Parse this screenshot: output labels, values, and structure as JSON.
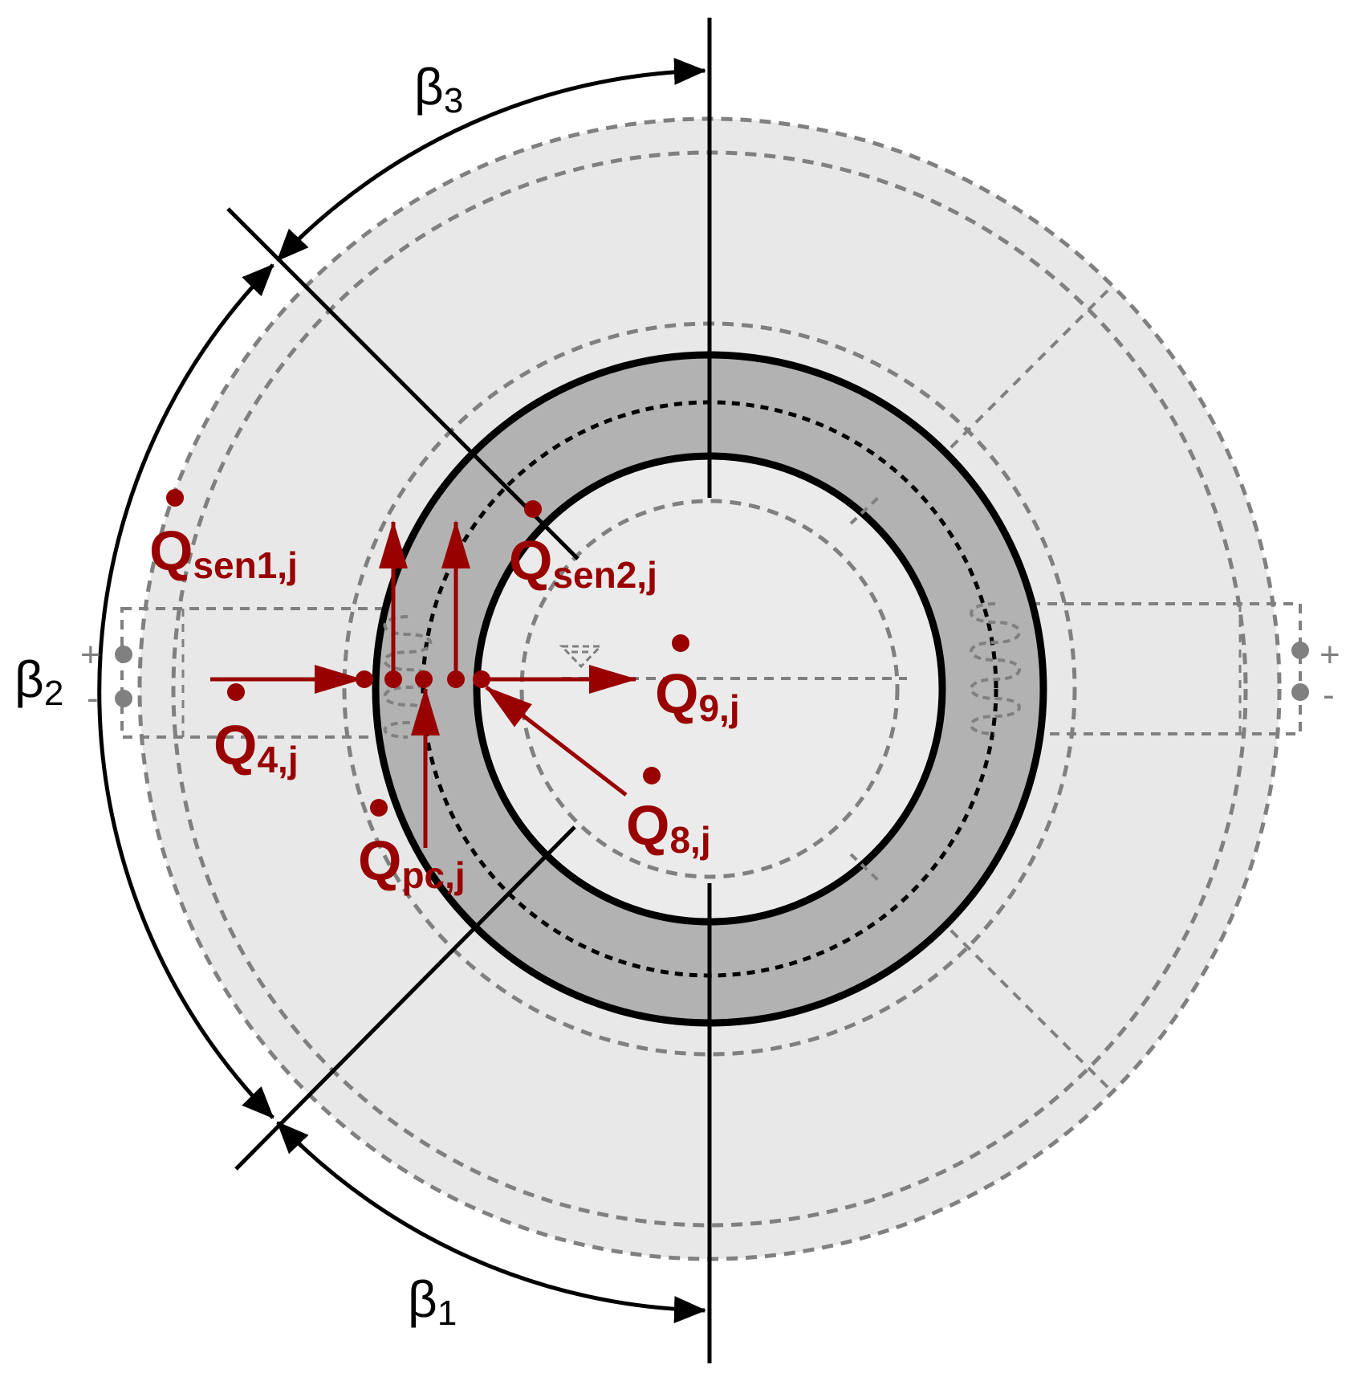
{
  "colors": {
    "background": "#ffffff",
    "outer_ring_fill": "#e8e8e8",
    "wall_fill": "#b2b2b2",
    "inner_fill": "#ebebeb",
    "line": "#000000",
    "dashed_gray": "#808080",
    "heat_flow": "#990000"
  },
  "angle_labels": {
    "beta1": {
      "symbol": "β",
      "sub": "1"
    },
    "beta2": {
      "symbol": "β",
      "sub": "2"
    },
    "beta3": {
      "symbol": "β",
      "sub": "3"
    }
  },
  "heat_flows": {
    "q_sen1": {
      "symbol": "Q",
      "sub": "sen1,j"
    },
    "q_sen2": {
      "symbol": "Q",
      "sub": "sen2,j"
    },
    "q_4": {
      "symbol": "Q",
      "sub": "4,j"
    },
    "q_9": {
      "symbol": "Q",
      "sub": "9,j"
    },
    "q_8": {
      "symbol": "Q",
      "sub": "8,j"
    },
    "q_pc": {
      "symbol": "Q",
      "sub": "pc,j"
    }
  },
  "terminals": {
    "left_plus": "+",
    "left_minus": "-",
    "right_plus": "+",
    "right_minus": "-"
  },
  "icons": [
    "heater-coil-icon",
    "dot-above-icon",
    "arrow-icon"
  ]
}
